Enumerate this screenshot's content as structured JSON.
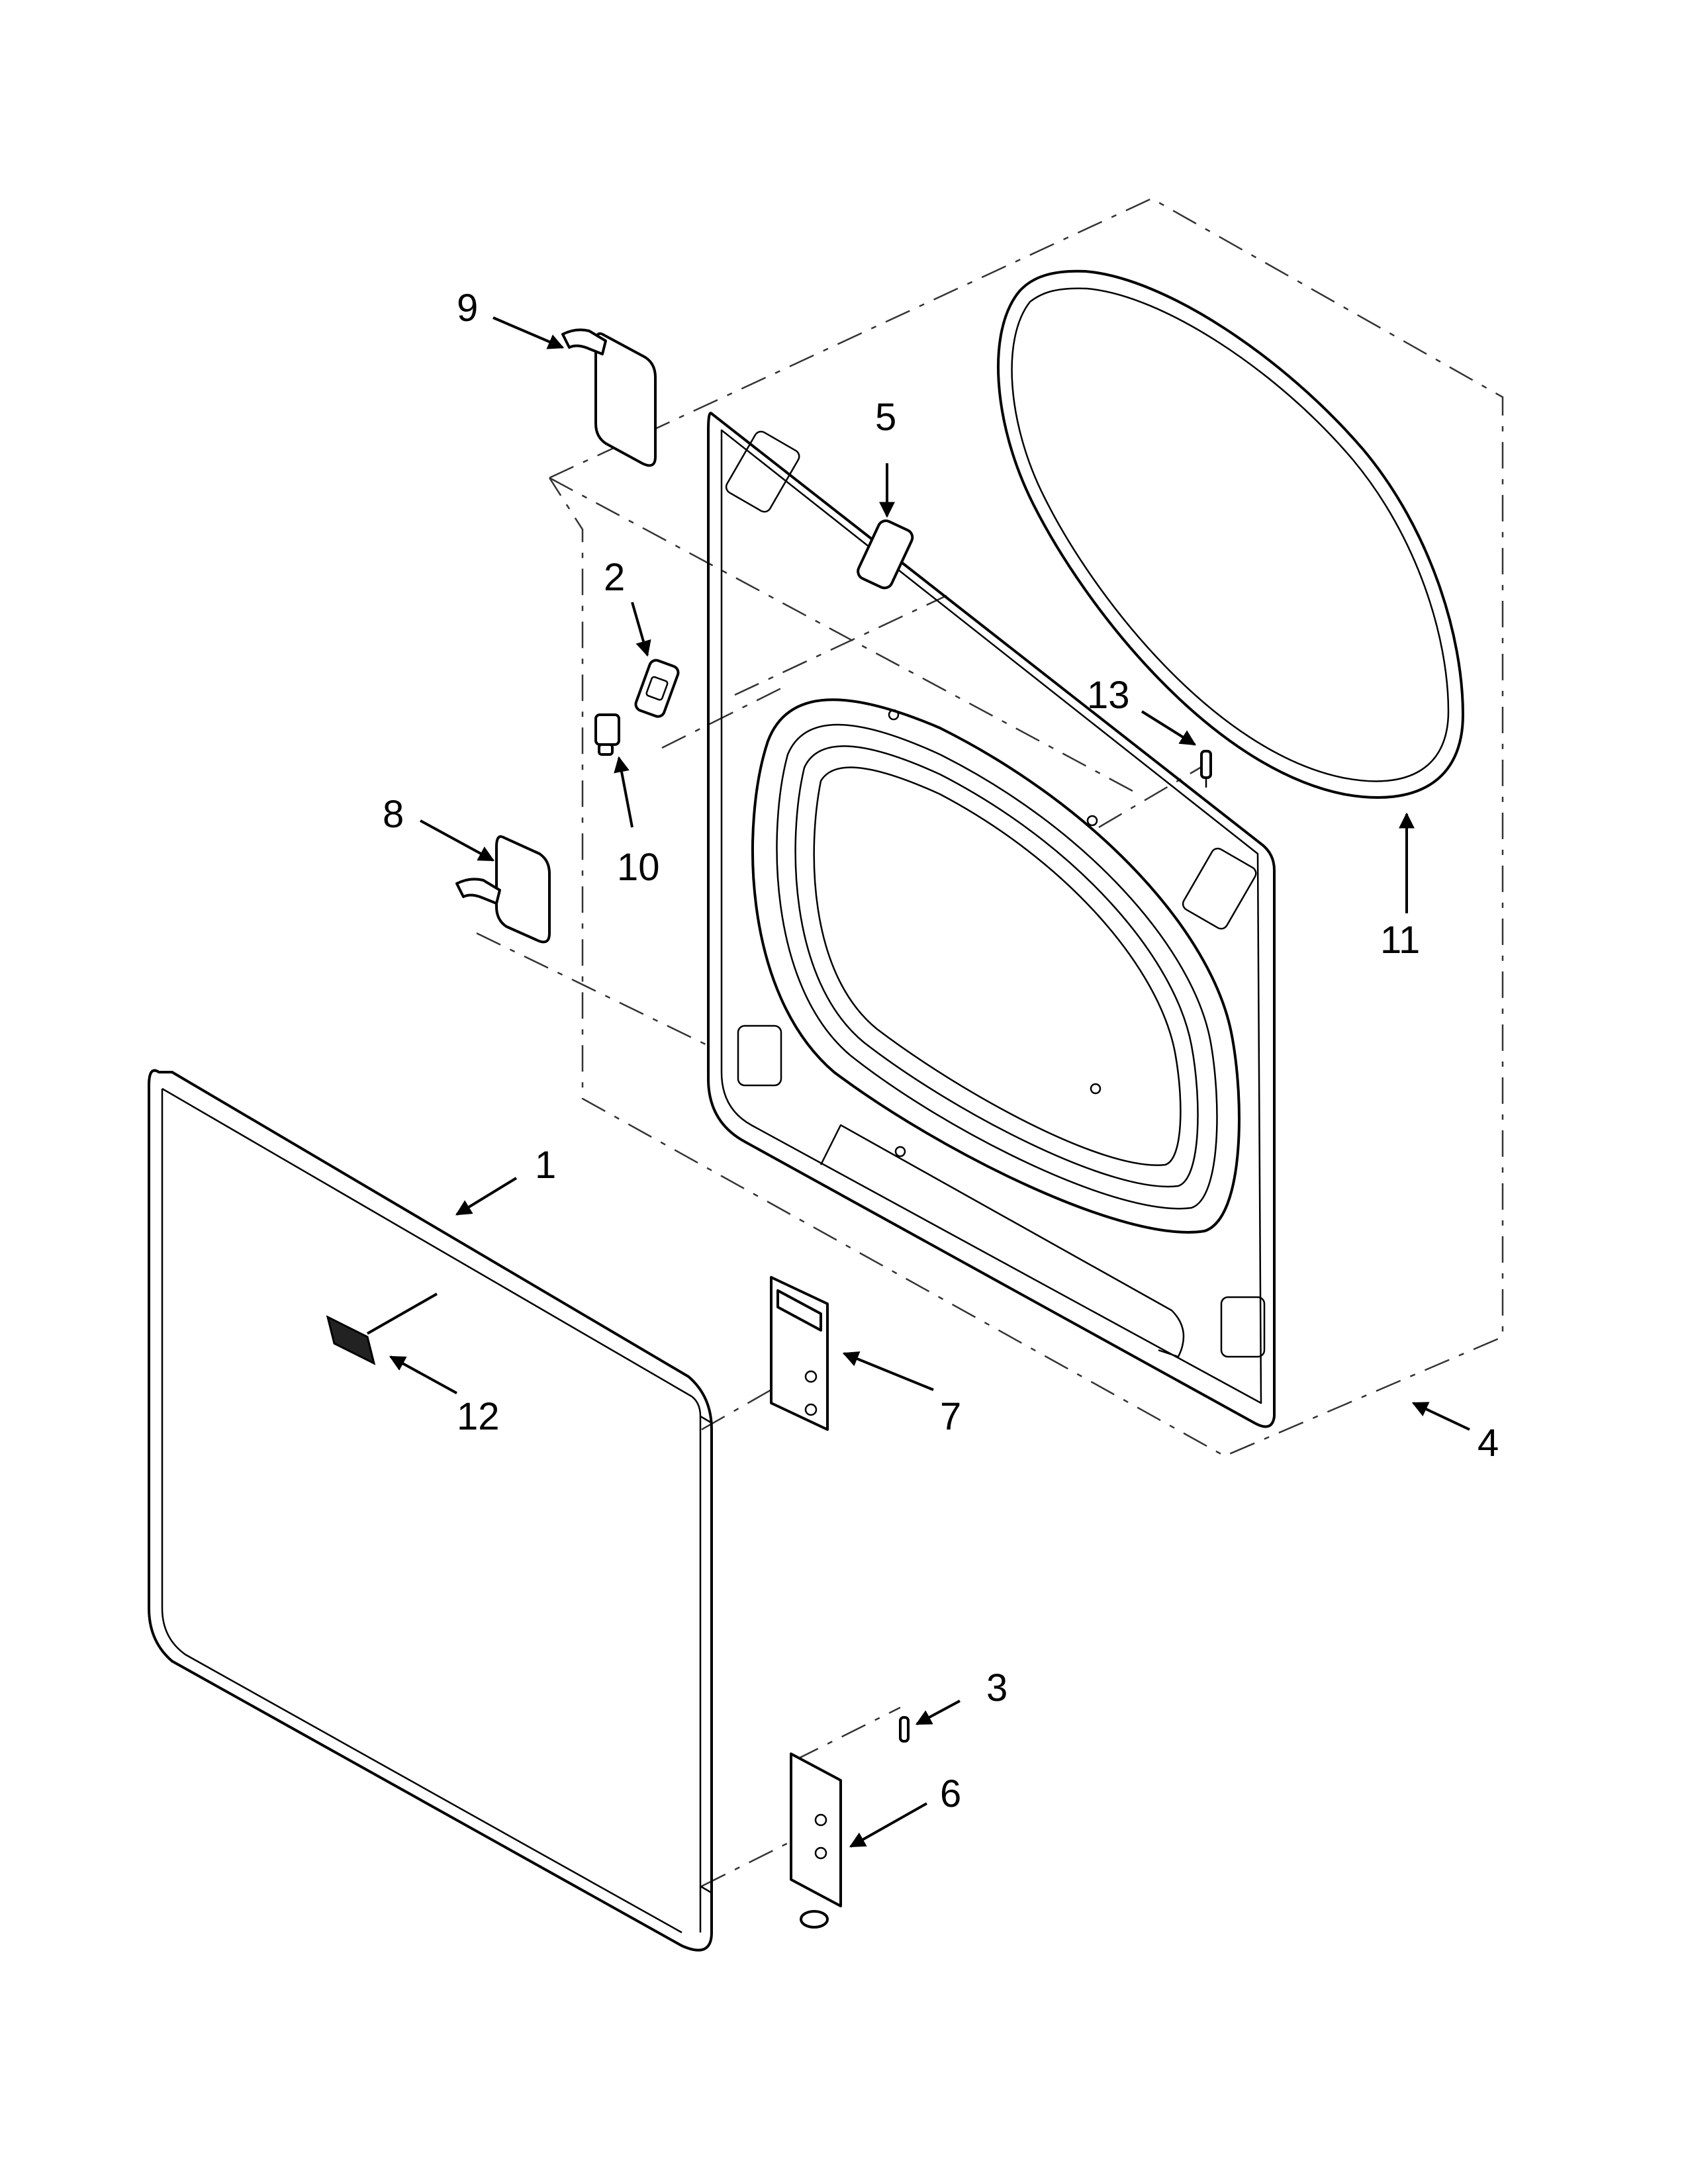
{
  "diagram": {
    "callouts": {
      "door": "1",
      "latch_cover": "2",
      "hinge_screw": "3",
      "front_panel": "4",
      "top_bracket": "5",
      "lower_hinge": "6",
      "upper_hinge": "7",
      "lower_hinge_cover": "8",
      "upper_hinge_cover": "9",
      "strike": "10",
      "seal": "11",
      "badge": "12",
      "panel_screw": "13"
    },
    "colors": {
      "line": "#000000",
      "dash": "#333333",
      "badge": "#222222"
    }
  }
}
